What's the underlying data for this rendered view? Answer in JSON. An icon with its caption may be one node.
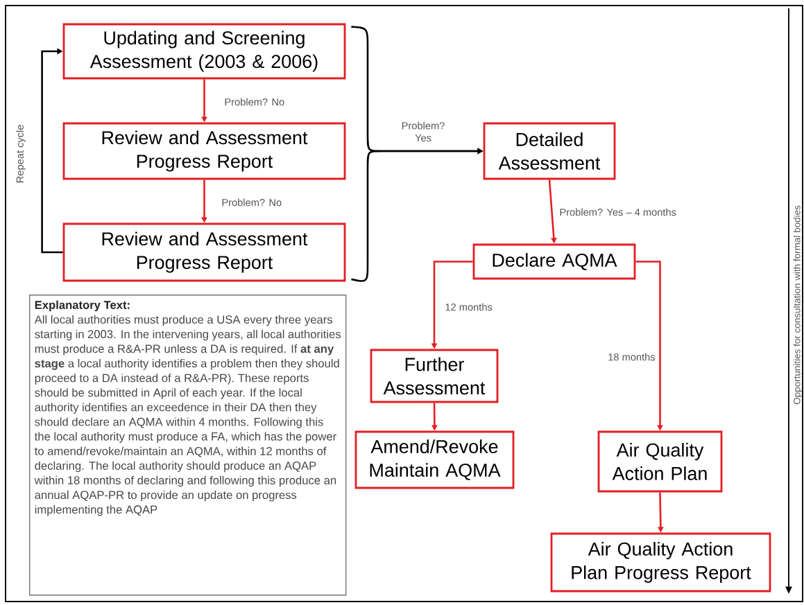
{
  "diagram": {
    "nodes": [
      {
        "text": [
          "Updating and Screening Assessment (2003 & 2006)"
        ]
      },
      {
        "text": [
          "Review and Assessment Progress Report"
        ]
      },
      {
        "text": [
          "Review and Assessment Progress Report"
        ]
      },
      {
        "text": [
          "Detailed Assessment"
        ]
      },
      {
        "text": [
          "Declare AQMA"
        ]
      },
      {
        "text": [
          "Further Assessment"
        ]
      },
      {
        "text": [
          "Amend/Revoke Maintain AQMA"
        ]
      },
      {
        "text": [
          "Air Quality Action Plan"
        ]
      },
      {
        "text": [
          "Air Quality Action Plan Progress Report"
        ]
      },
      {
        "text": [
          "Explanatory Text:",
          "All local authorities must produce a USA every three years starting in 2003. In the intervening years, all local authorities must produce a R&A-PR unless a DA is required. If **at any stage** a local authority identifies a problem then they should proceed to a DA instead of a R&A-PR). These reports should be submitted in April of each year. If the local authority identifies an exceedence in their DA then they should declare an AQMA within 4 months. Following this the local authority must produce a FA, which has the power to amend/revoke/maintain an AQMA, within 12 months of declaring. The local authority should produce an AQAP within 18 months of declaring and following this produce an annual AQAP-PR to provide an update on progress implementing the AQAP"
        ]
      }
    ],
    "edges": [
      {
        "from": 0,
        "to": 1,
        "arrow": "to",
        "label": "Problem? No"
      },
      {
        "from": 1,
        "to": 2,
        "arrow": "to",
        "label": "Problem? No"
      },
      {
        "from": 2,
        "to": 0,
        "arrow": "to",
        "label": "Repeat cycle",
        "color": "#000000"
      },
      {
        "from": 0,
        "to": 3,
        "arrow": "to",
        "label": "Problem? Yes",
        "color": "#000000"
      },
      {
        "from": 2,
        "to": 3,
        "arrow": "to",
        "color": "#000000"
      },
      {
        "from": 3,
        "to": 4,
        "arrow": "to",
        "label": "Problem? Yes – 4 months"
      },
      {
        "from": 4,
        "to": 5,
        "arrow": "to",
        "label": "12 months"
      },
      {
        "from": 4,
        "to": 7,
        "arrow": "to",
        "label": "18 months"
      },
      {
        "from": 5,
        "to": 6,
        "arrow": "to"
      },
      {
        "from": 7,
        "to": 8,
        "arrow": "to"
      }
    ],
    "labels": [
      "Opportunities for consultation with formal bodies"
    ]
  }
}
